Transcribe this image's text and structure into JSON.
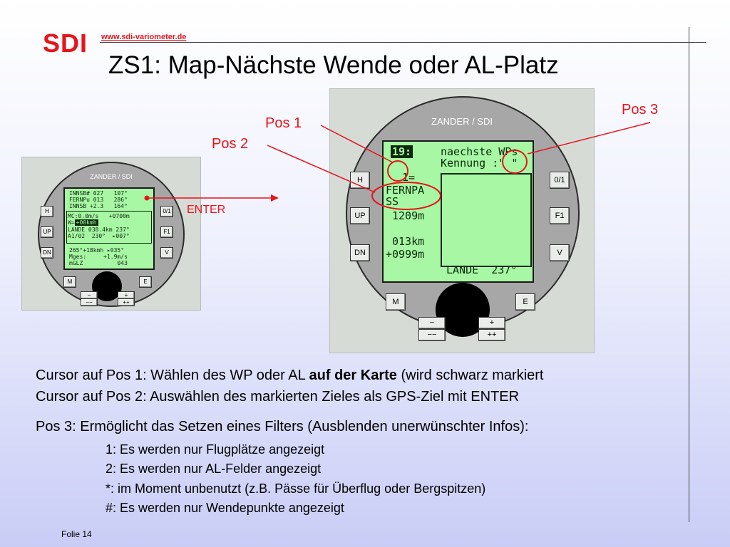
{
  "header": {
    "logo": "SDI",
    "url": "www.sdi-variometer.de",
    "title": "ZS1: Map-Nächste Wende oder AL-Platz"
  },
  "small_device": {
    "brand": "ZANDER / SDI",
    "lcd_lines": [
      "INNSB# 027   107°",
      "FERNPu 013   286°",
      "INNSB +2.3   164°",
      "MC:0.0m/s   +0700m",
      "W=",
      "+00kmh",
      "LANDE 038.4km 237°",
      "A1/02  230°  ▸007°",
      "265°+18kmh ▸035°",
      "Mges:     +1.9m/s",
      "mGLZ          043"
    ],
    "buttons": {
      "h": "H",
      "up": "UP",
      "dn": "DN",
      "f01": "0/1",
      "f1": "F1",
      "v": "V",
      "m": "M",
      "e": "E",
      "minus": "−",
      "minusminus": "−−",
      "plus": "+",
      "plusplus": "++"
    }
  },
  "large_device": {
    "brand": "ZANDER / SDI",
    "lcd": {
      "counter": "19:",
      "line1": "naechste WPs",
      "line2": "Kennung :\" \"",
      "sel": "1=",
      "name1": "FERNPA",
      "name2": "SS",
      "alt": "1209m",
      "dist": "013km",
      "height": "+0999m",
      "footer": "LANDE  237°"
    },
    "buttons": {
      "h": "H",
      "up": "UP",
      "dn": "DN",
      "f01": "0/1",
      "f1": "F1",
      "v": "V",
      "m": "M",
      "e": "E",
      "minus": "−",
      "minusminus": "−−",
      "plus": "+",
      "plusplus": "++"
    }
  },
  "callouts": {
    "pos1": "Pos 1",
    "pos2": "Pos 2",
    "pos3": "Pos 3",
    "enter": "ENTER"
  },
  "body": {
    "line1_pre": "Cursor auf Pos 1: Wählen des WP oder AL ",
    "line1_bold": "auf der Karte",
    "line1_post": " (wird schwarz markiert",
    "line2": "Cursor auf Pos 2: Auswählen des markierten Zieles als GPS-Ziel mit ENTER",
    "line3": "Pos 3: Ermöglicht das Setzen eines Filters (Ausblenden unerwünschter Infos):",
    "filters": [
      "1: Es werden nur Flugplätze angezeigt",
      "2: Es werden nur AL-Felder angezeigt",
      "*: im Moment unbenutzt (z.B. Pässe für Überflug oder Bergspitzen)",
      "#: Es werden nur Wendepunkte angezeigt"
    ]
  },
  "footer": "Folie 14",
  "colors": {
    "accent": "#e8141b",
    "lcd": "#a8f7a4"
  }
}
